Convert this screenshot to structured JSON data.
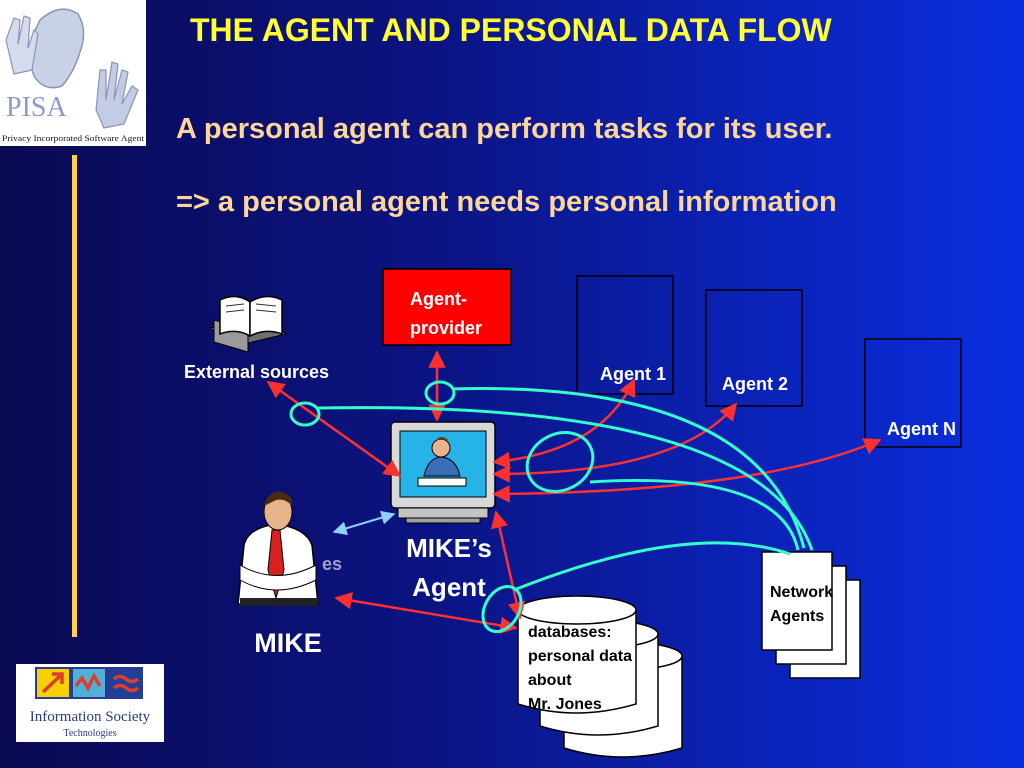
{
  "slide": {
    "title": "THE AGENT AND PERSONAL DATA FLOW",
    "line1": "A personal agent can perform tasks for its user.",
    "line2": "=> a personal agent needs personal information"
  },
  "logos": {
    "pisa": {
      "name": "PISA",
      "caption": "Privacy Incorporated Software Agent"
    },
    "ist": {
      "name": "Information Society",
      "caption": "Technologies"
    }
  },
  "diagram": {
    "external_sources": "External sources",
    "provider_line1": "Agent-",
    "provider_line2": "provider",
    "agent1": "Agent 1",
    "agent2": "Agent 2",
    "agentN": "Agent N",
    "mikes_agent_line1": "MIKE’s",
    "mikes_agent_line2": "Agent",
    "mike": "MIKE",
    "mike_partial": "es",
    "network_line1": "Network",
    "network_line2": "Agents",
    "db_line1": "databases:",
    "db_line2": "personal data",
    "db_line3": "about",
    "db_line4": "Mr. Jones"
  },
  "colors": {
    "title": "#ffff33",
    "subtitle": "#ffd699",
    "arrow": "#ff3030",
    "loop": "#33ffcc",
    "provider_box": "#ff0000",
    "divider": "#ffd24d"
  }
}
